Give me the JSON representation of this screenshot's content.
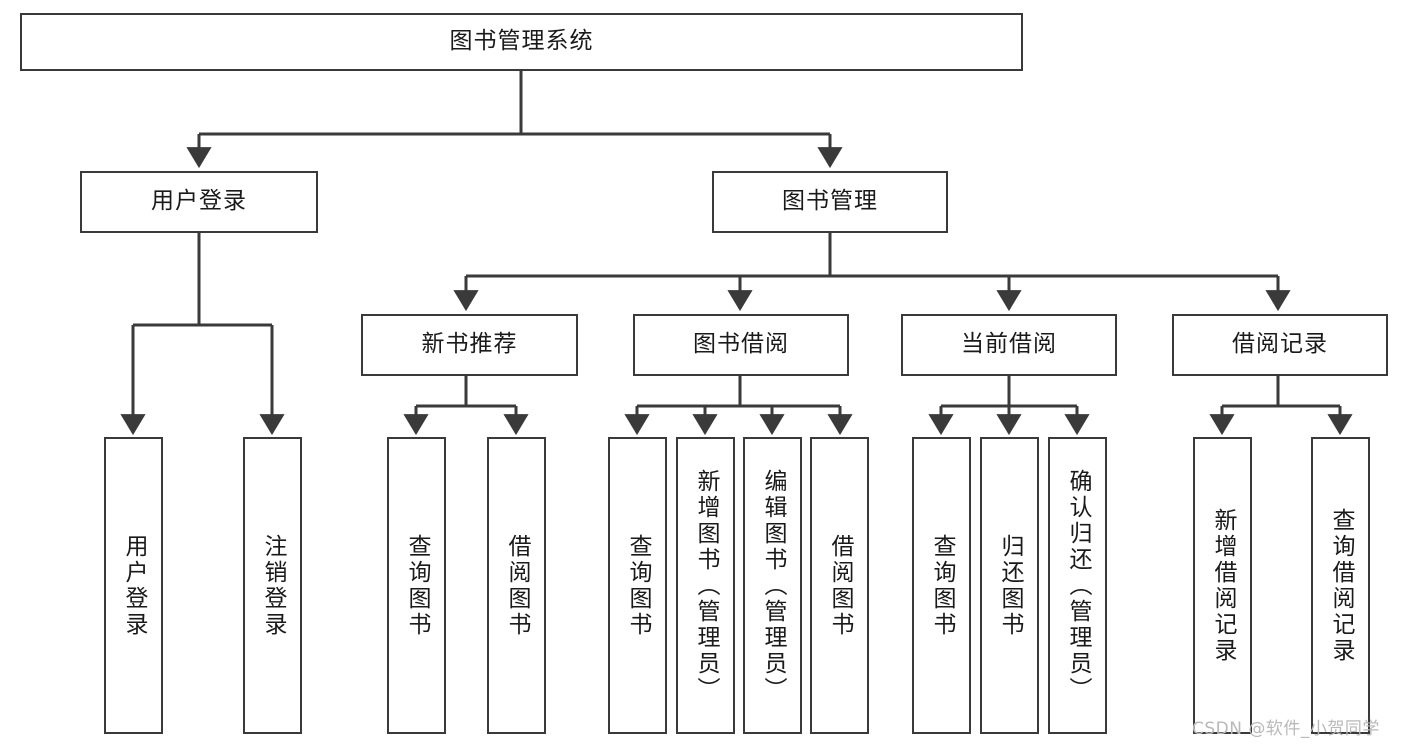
{
  "diagram": {
    "title": "图书管理系统",
    "type": "tree-hierarchy-diagram",
    "root": {
      "label": "图书管理系统"
    },
    "level2": [
      {
        "label": "用户登录"
      },
      {
        "label": "图书管理"
      }
    ],
    "level3": [
      {
        "label": "新书推荐"
      },
      {
        "label": "图书借阅"
      },
      {
        "label": "当前借阅"
      },
      {
        "label": "借阅记录"
      }
    ],
    "leaves": [
      {
        "label": "用户登录",
        "parent": "用户登录"
      },
      {
        "label": "注销登录",
        "parent": "用户登录"
      },
      {
        "label": "查询图书",
        "parent": "新书推荐"
      },
      {
        "label": "借阅图书",
        "parent": "新书推荐"
      },
      {
        "label": "查询图书",
        "parent": "图书借阅"
      },
      {
        "label": "新增图书（管理员）",
        "parent": "图书借阅"
      },
      {
        "label": "编辑图书（管理员）",
        "parent": "图书借阅"
      },
      {
        "label": "借阅图书",
        "parent": "图书借阅"
      },
      {
        "label": "查询图书",
        "parent": "当前借阅"
      },
      {
        "label": "归还图书",
        "parent": "当前借阅"
      },
      {
        "label": "确认归还（管理员）",
        "parent": "当前借阅"
      },
      {
        "label": "新增借阅记录",
        "parent": "借阅记录"
      },
      {
        "label": "查询借阅记录",
        "parent": "借阅记录"
      }
    ]
  },
  "watermark": {
    "text": "CSDN @软件_小贺同学"
  },
  "colors": {
    "stroke": "#3a3a3a",
    "text": "#1a1a1a",
    "background": "#ffffff",
    "watermark": "#b9b9b9"
  }
}
